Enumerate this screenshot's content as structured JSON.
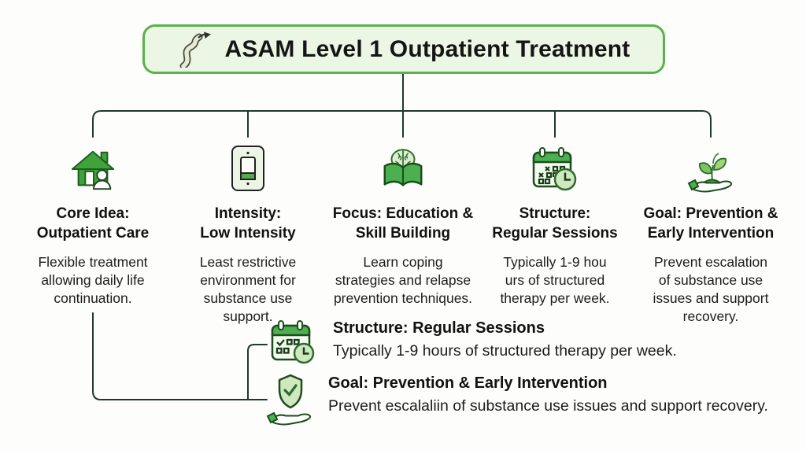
{
  "title": {
    "label": "ASAM Level 1 Outpatient Treatment",
    "icon": "winding-path-icon"
  },
  "colors": {
    "title_box_bg": "#ebf7e4",
    "title_box_border": "#59b24a",
    "connector_line": "#20392c",
    "icon_green": "#3fa33b",
    "icon_light_green": "#cfe8c0",
    "text": "#151515"
  },
  "columns": [
    {
      "icon": "house-person-icon",
      "heading": "Core Idea:\nOutpatient Care",
      "body": "Flexible treatment\nallowing daily life\ncontinuation."
    },
    {
      "icon": "light-switch-icon",
      "heading": "Intensity:\nLow Intensity",
      "body": "Least restrictive\nenvironment for\nsubstance use\nsupport."
    },
    {
      "icon": "book-brain-icon",
      "heading": "Focus: Education &\nSkill Building",
      "body": "Learn coping\nstrategies and relapse\nprevention techniques."
    },
    {
      "icon": "calendar-clock-icon",
      "heading": "Structure:\nRegular Sessions",
      "body": "Typically 1-9 hou\nurs of structured\ntherapy per week."
    },
    {
      "icon": "plant-hand-icon",
      "heading": "Goal: Prevention &\nEarly Intervention",
      "body": "Prevent escalation\nof substance use\nissues and support\nrecovery."
    }
  ],
  "detail_rows": [
    {
      "icon": "calendar-check-clock-icon",
      "title": "Structure: Regular Sessions",
      "body": "Typically 1-9 hours of structured therapy per week."
    },
    {
      "icon": "shield-check-hand-icon",
      "title": "Goal: Prevention & Early Intervention",
      "body": "Prevent escalaliin of substance use issues and support recovery."
    }
  ]
}
